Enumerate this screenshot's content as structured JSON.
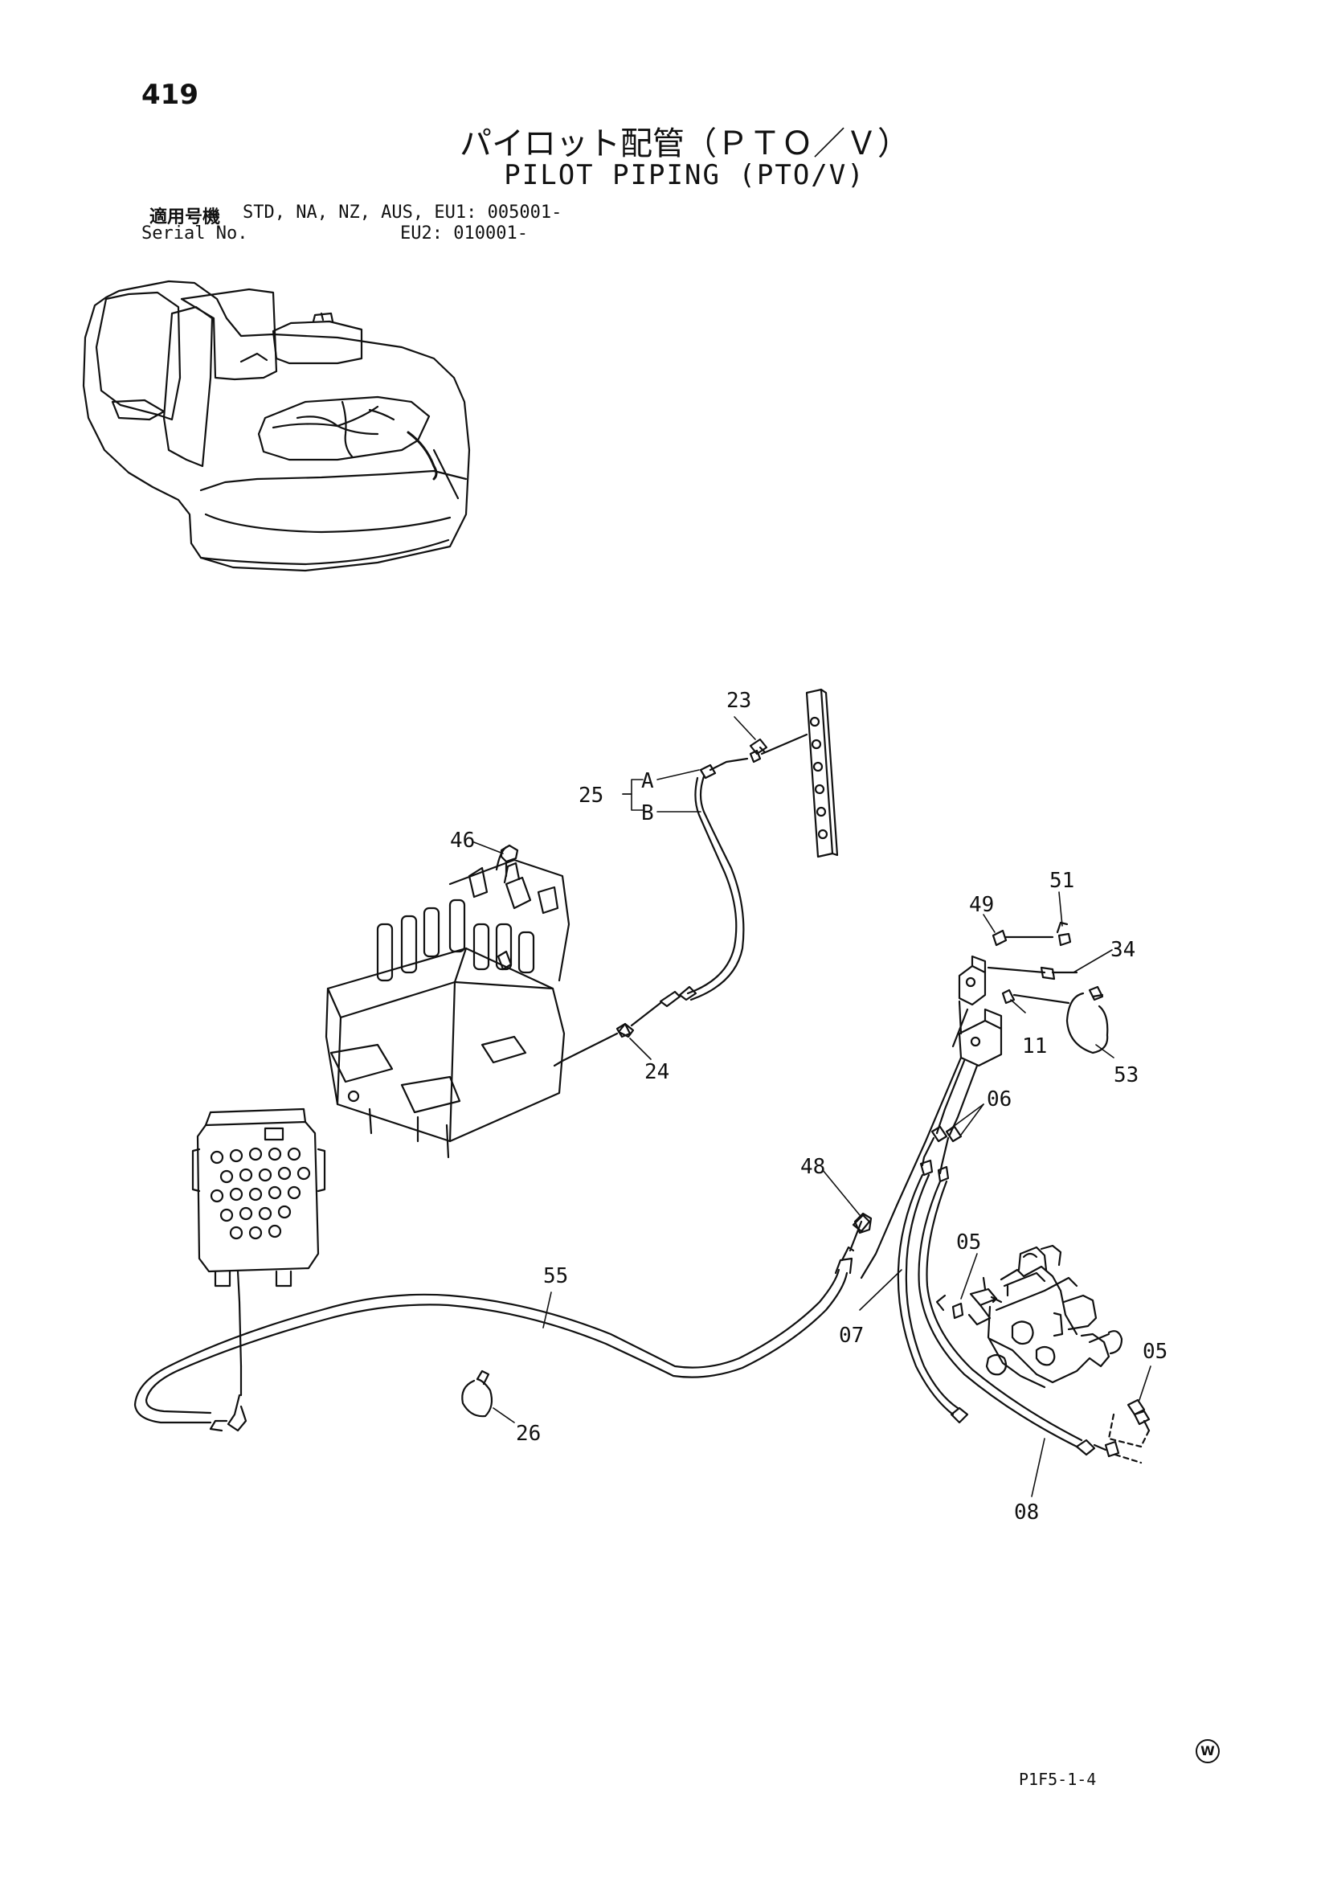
{
  "page_number": "419",
  "title_jp": "パイロット配管（ＰＴＯ／Ｖ）",
  "title_en": "PILOT PIPING (PTO/V)",
  "serial": {
    "label_jp": "適用号機",
    "label_en": "Serial No.",
    "line1": "STD, NA, NZ, AUS, EU1: 005001-",
    "line2": "EU2: 010001-"
  },
  "callouts": [
    {
      "id": "23",
      "label": "23"
    },
    {
      "id": "25",
      "label": "25"
    },
    {
      "id": "25A",
      "label": "A"
    },
    {
      "id": "25B",
      "label": "B"
    },
    {
      "id": "46",
      "label": "46"
    },
    {
      "id": "49",
      "label": "49"
    },
    {
      "id": "51",
      "label": "51"
    },
    {
      "id": "34",
      "label": "34"
    },
    {
      "id": "11",
      "label": "11"
    },
    {
      "id": "53",
      "label": "53"
    },
    {
      "id": "24",
      "label": "24"
    },
    {
      "id": "06",
      "label": "06"
    },
    {
      "id": "48",
      "label": "48"
    },
    {
      "id": "05a",
      "label": "05"
    },
    {
      "id": "55",
      "label": "55"
    },
    {
      "id": "07",
      "label": "07"
    },
    {
      "id": "05b",
      "label": "05"
    },
    {
      "id": "26",
      "label": "26"
    },
    {
      "id": "08",
      "label": "08"
    }
  ],
  "watermark_symbol": "W",
  "drawing_code": "P1F5-1-4"
}
